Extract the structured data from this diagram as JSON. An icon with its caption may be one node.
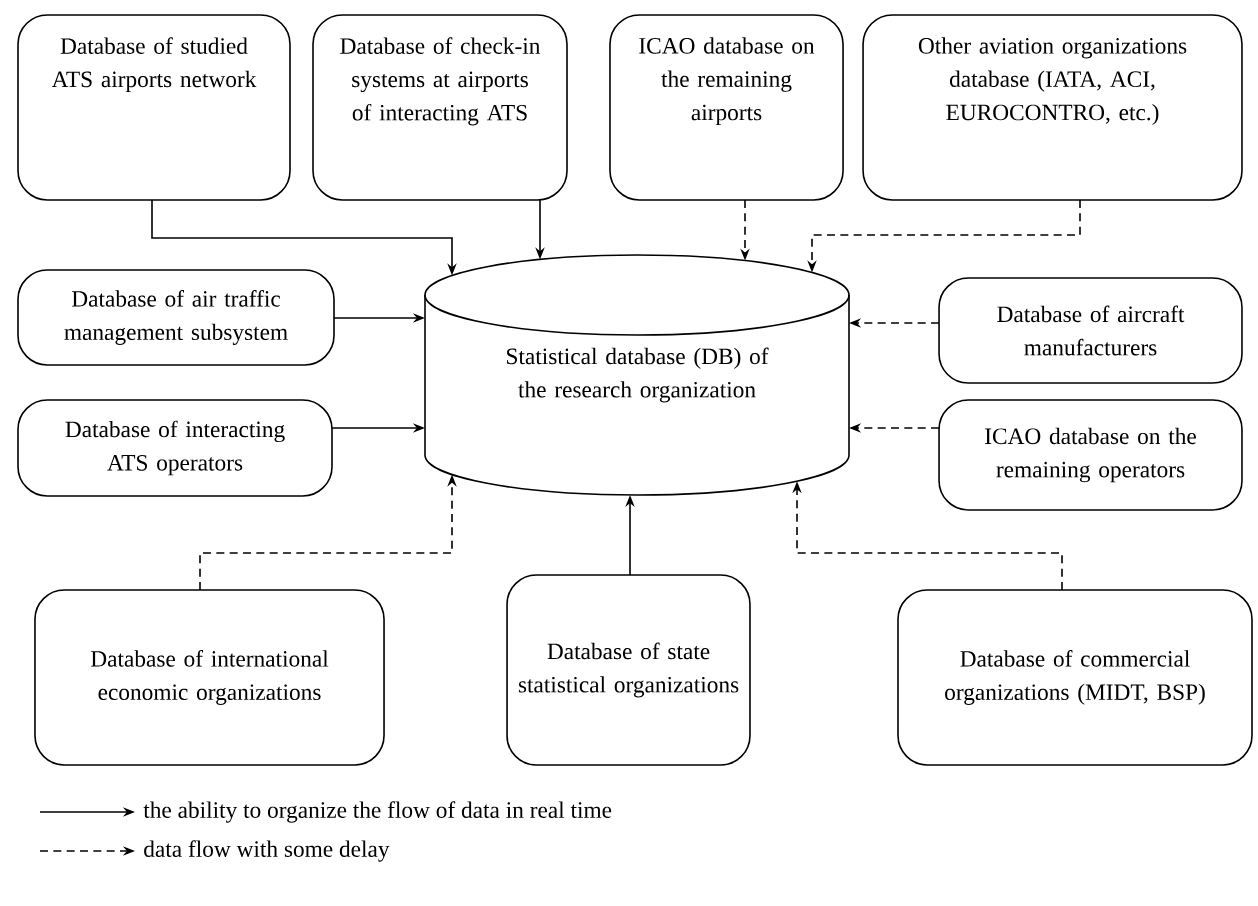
{
  "diagram": {
    "nodes": [
      {
        "text": [
          "Database of studied ATS airports network"
        ]
      },
      {
        "text": [
          "Database of check-in systems at airports of interacting ATS"
        ]
      },
      {
        "text": [
          "ICAO database on the remaining airports"
        ]
      },
      {
        "text": [
          "Other aviation organizations database (IATA, ACI, EUROCONTRO, etc.)"
        ]
      },
      {
        "text": [
          "Database of air traffic management subsystem"
        ]
      },
      {
        "text": [
          "Statistical database (DB) of the research organization"
        ]
      },
      {
        "text": [
          "Database of aircraft manufacturers"
        ]
      },
      {
        "text": [
          "Database of interacting ATS operators"
        ]
      },
      {
        "text": [
          "ICAO database on the remaining operators"
        ]
      },
      {
        "text": [
          "Database of international economic organizations"
        ]
      },
      {
        "text": [
          "Database of state statistical organizations"
        ]
      },
      {
        "text": [
          "Database of commercial organizations (MIDT, BSP)"
        ]
      }
    ],
    "edges": [
      {
        "from": 0,
        "to": 5,
        "arrow": "to"
      },
      {
        "from": 1,
        "to": 5,
        "arrow": "to"
      },
      {
        "from": 2,
        "to": 5,
        "arrow": "to",
        "style": "dashed"
      },
      {
        "from": 3,
        "to": 5,
        "arrow": "to",
        "style": "dashed"
      },
      {
        "from": 4,
        "to": 5,
        "arrow": "to"
      },
      {
        "from": 6,
        "to": 5,
        "arrow": "to",
        "style": "dashed"
      },
      {
        "from": 7,
        "to": 5,
        "arrow": "to"
      },
      {
        "from": 8,
        "to": 5,
        "arrow": "to",
        "style": "dashed"
      },
      {
        "from": 9,
        "to": 5,
        "arrow": "to",
        "style": "dashed"
      },
      {
        "from": 10,
        "to": 5,
        "arrow": "to"
      },
      {
        "from": 11,
        "to": 5,
        "arrow": "to",
        "style": "dashed"
      }
    ],
    "legend": [
      {
        "text": "the ability to organize the flow of data in real time"
      },
      {
        "text": "data flow with some delay"
      }
    ]
  }
}
